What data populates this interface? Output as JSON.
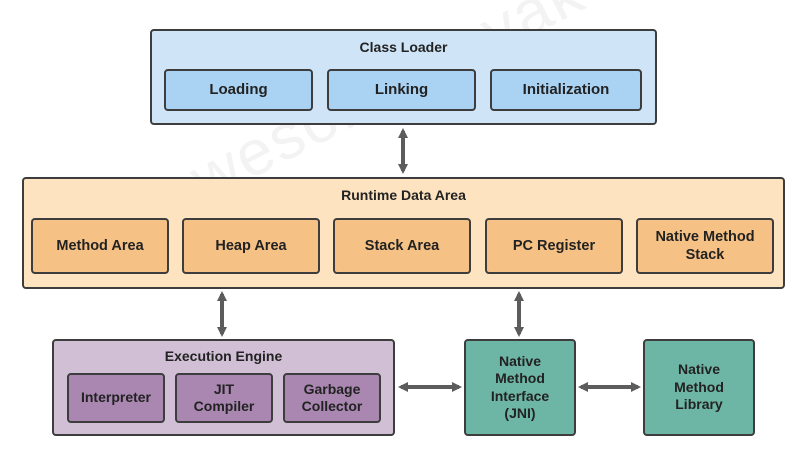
{
  "class_loader": {
    "title": "Class Loader",
    "items": [
      "Loading",
      "Linking",
      "Initialization"
    ]
  },
  "runtime_data_area": {
    "title": "Runtime Data Area",
    "items": [
      "Method Area",
      "Heap Area",
      "Stack Area",
      "PC Register",
      "Native Method\nStack"
    ]
  },
  "execution_engine": {
    "title": "Execution Engine",
    "items": [
      "Interpreter",
      "JIT\nCompiler",
      "Garbage\nCollector"
    ]
  },
  "native_interface": {
    "label": "Native\nMethod\nInterface\n(JNI)"
  },
  "native_library": {
    "label": "Native\nMethod\nLibrary"
  },
  "watermark": "theawesomenayak",
  "colors": {
    "class_loader_bg": "#cfe5f7",
    "class_loader_item": "#a9d2f3",
    "runtime_bg": "#fde3c0",
    "runtime_item": "#f6c185",
    "execution_bg": "#d1bfd6",
    "execution_item": "#a987b1",
    "native_box": "#6db6a6",
    "arrow": "#5c5c5c"
  }
}
